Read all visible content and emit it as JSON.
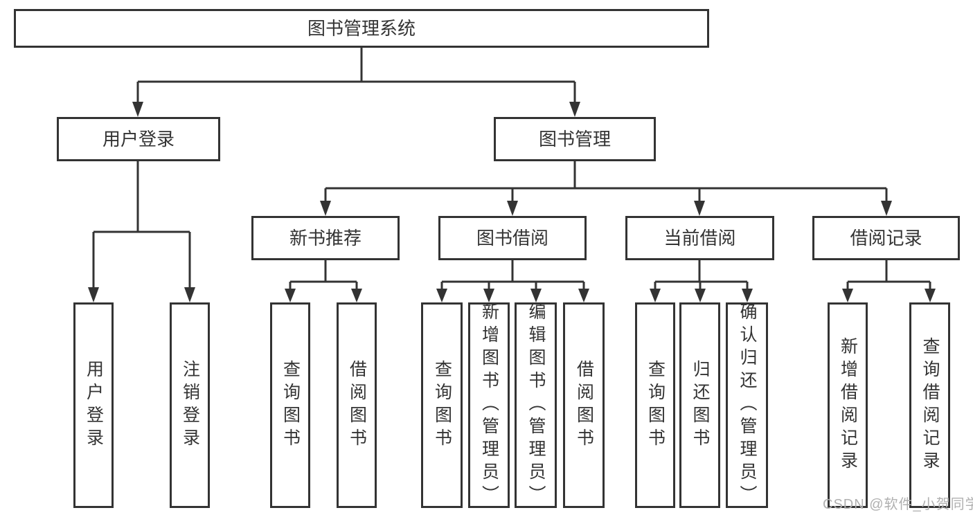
{
  "diagram": {
    "root": {
      "label": "图书管理系统",
      "children": [
        {
          "label": "用户登录",
          "children": [
            {
              "label": "用户登录"
            },
            {
              "label": "注销登录"
            }
          ]
        },
        {
          "label": "图书管理",
          "children": [
            {
              "label": "新书推荐",
              "children": [
                {
                  "label": "查询图书"
                },
                {
                  "label": "借阅图书"
                }
              ]
            },
            {
              "label": "图书借阅",
              "children": [
                {
                  "label": "查询图书"
                },
                {
                  "label": "新增图书（管理员）"
                },
                {
                  "label": "编辑图书（管理员）"
                },
                {
                  "label": "借阅图书"
                }
              ]
            },
            {
              "label": "当前借阅",
              "children": [
                {
                  "label": "查询图书"
                },
                {
                  "label": "归还图书"
                },
                {
                  "label": "确认归还（管理员）"
                }
              ]
            },
            {
              "label": "借阅记录",
              "children": [
                {
                  "label": "新增借阅记录"
                },
                {
                  "label": "查询借阅记录"
                }
              ]
            }
          ]
        }
      ]
    }
  },
  "watermark": {
    "text": "CSDN @软件_小贺同学"
  },
  "colors": {
    "line": "#333333",
    "text": "#333333",
    "watermark": "#b0b0b0",
    "background": "#ffffff"
  }
}
